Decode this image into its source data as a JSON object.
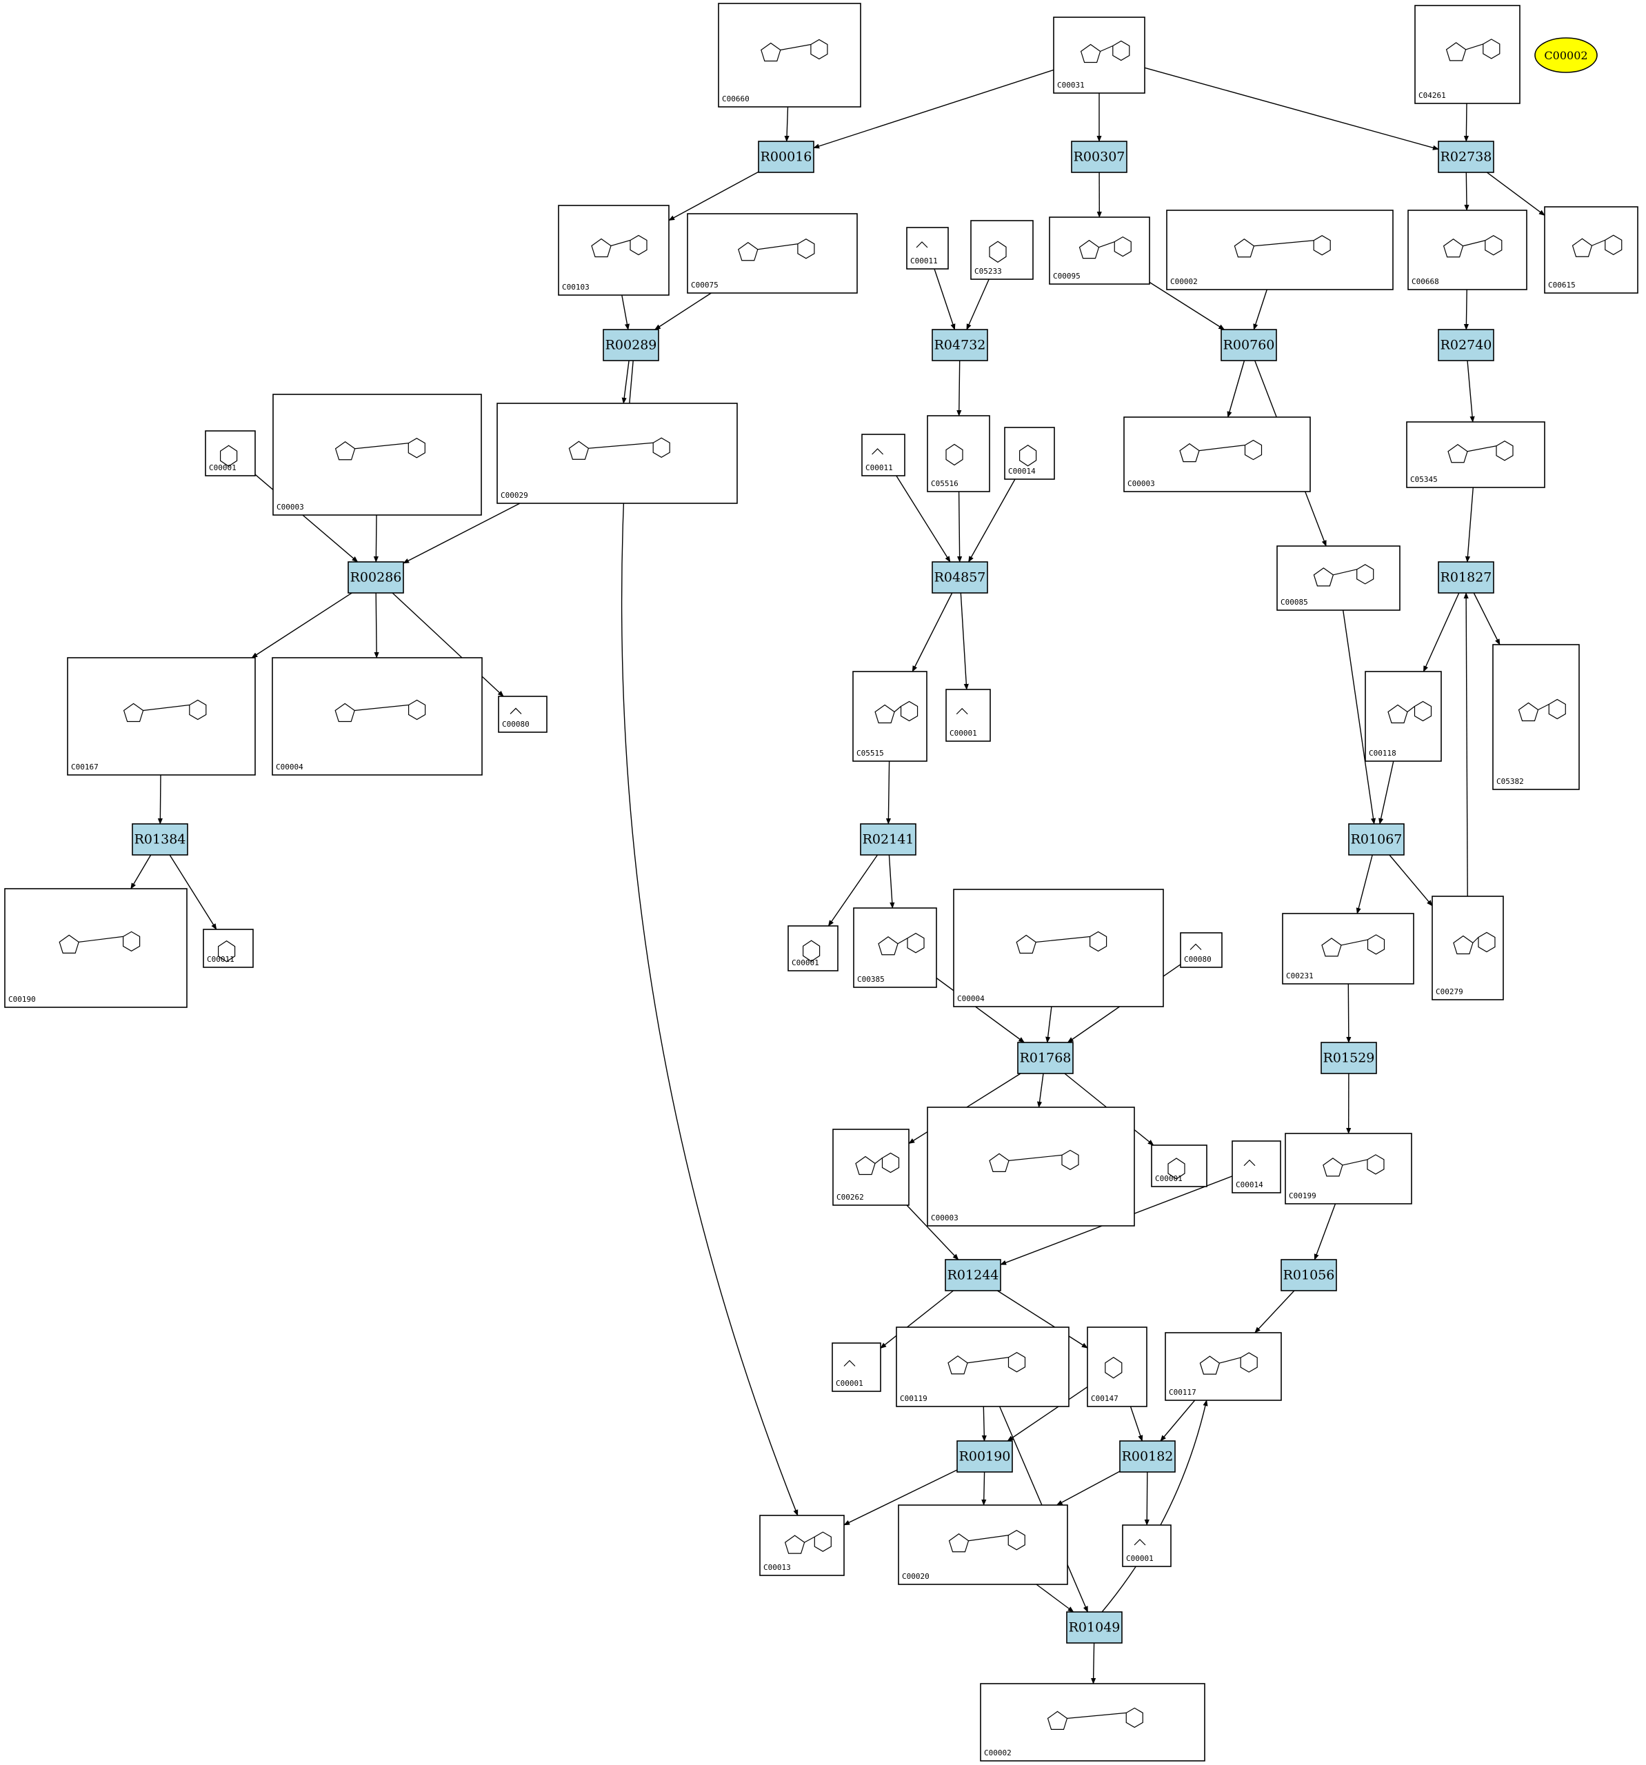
{
  "legend": {
    "label": "C00002",
    "color": "#ffff00"
  },
  "colors": {
    "reaction_fill": "#add8e6",
    "compound_fill": "#ffffff",
    "edge": "#000000"
  },
  "reactions": [
    "R00016",
    "R00307",
    "R02738",
    "R00289",
    "R04732",
    "R00760",
    "R02740",
    "R00286",
    "R04857",
    "R01827",
    "R01384",
    "R02141",
    "R01067",
    "R01768",
    "R01529",
    "R01244",
    "R01056",
    "R00190",
    "R00182",
    "R01049"
  ],
  "compounds": [
    "C00660",
    "C00031",
    "C04261",
    "C00103",
    "C00075",
    "C00011",
    "C05233",
    "C00095",
    "C00002",
    "C00668",
    "C00615",
    "C05345",
    "C00001",
    "C00003",
    "C00029",
    "C00011",
    "C05516",
    "C00014",
    "C00003",
    "C00085",
    "C00167",
    "C00004",
    "C00080",
    "C05515",
    "C00001",
    "C00118",
    "C05382",
    "C00190",
    "C00011",
    "C00001",
    "C00385",
    "C00004",
    "C00080",
    "C00231",
    "C00279",
    "C00262",
    "C00003",
    "C00001",
    "C00014",
    "C00199",
    "C00001",
    "C00119",
    "C00147",
    "C00117",
    "C00013",
    "C00020",
    "C00001",
    "C00002"
  ]
}
